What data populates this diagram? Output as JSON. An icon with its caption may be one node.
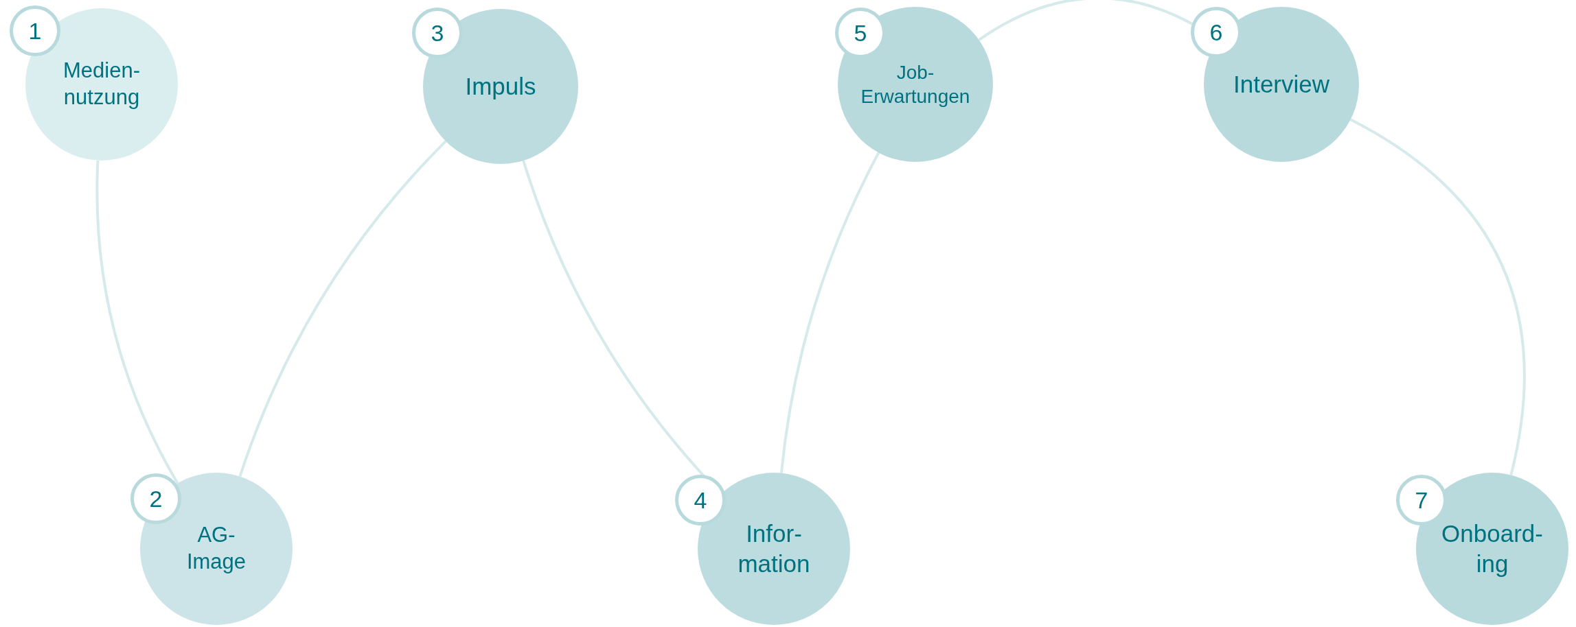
{
  "diagram": {
    "nodes": [
      {
        "text": [
          "1",
          "Medien- nutzung"
        ]
      },
      {
        "text": [
          "2",
          "AG- Image"
        ]
      },
      {
        "text": [
          "3",
          "Impuls"
        ]
      },
      {
        "text": [
          "4",
          "Infor- mation"
        ]
      },
      {
        "text": [
          "5",
          "Job- Erwartungen"
        ]
      },
      {
        "text": [
          "6",
          "Interview"
        ]
      },
      {
        "text": [
          "7",
          "Onboard- ing"
        ]
      }
    ],
    "edges": [
      {
        "from": 0,
        "to": 1,
        "arrow": "none"
      },
      {
        "from": 1,
        "to": 2,
        "arrow": "none"
      },
      {
        "from": 2,
        "to": 3,
        "arrow": "none"
      },
      {
        "from": 3,
        "to": 4,
        "arrow": "none"
      },
      {
        "from": 4,
        "to": 5,
        "arrow": "none"
      },
      {
        "from": 5,
        "to": 6,
        "arrow": "none"
      }
    ]
  }
}
